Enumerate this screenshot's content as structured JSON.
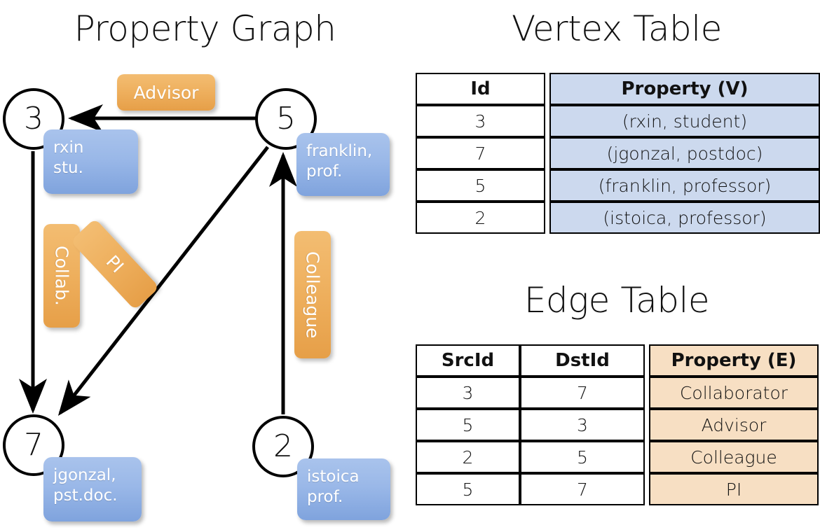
{
  "titles": {
    "property_graph": "Property Graph",
    "vertex_table": "Vertex Table",
    "edge_table": "Edge Table"
  },
  "colors": {
    "vertex_property_fill": "#ccd9ee",
    "edge_property_fill": "#f7dfc3",
    "node_box_blue": "#9ab8e8",
    "edge_label_orange": "#eeaf5d",
    "stroke": "#000000",
    "background": "#ffffff"
  },
  "graph": {
    "vertices": [
      {
        "id": "3",
        "property_line1": "rxin",
        "property_line2": "stu."
      },
      {
        "id": "5",
        "property_line1": "franklin,",
        "property_line2": "prof."
      },
      {
        "id": "7",
        "property_line1": "jgonzal,",
        "property_line2": "pst.doc."
      },
      {
        "id": "2",
        "property_line1": "istoica",
        "property_line2": "prof."
      }
    ],
    "edge_labels": [
      {
        "name": "advisor",
        "text": "Advisor",
        "orientation": "horizontal"
      },
      {
        "name": "collab",
        "text": "Collab.",
        "orientation": "vertical"
      },
      {
        "name": "pi",
        "text": "PI",
        "orientation": "diagonal"
      },
      {
        "name": "colleague",
        "text": "Colleague",
        "orientation": "vertical"
      }
    ]
  },
  "vertex_table": {
    "headers": [
      "Id",
      "Property (V)"
    ],
    "rows": [
      {
        "id": "3",
        "property": "(rxin, student)"
      },
      {
        "id": "7",
        "property": "(jgonzal, postdoc)"
      },
      {
        "id": "5",
        "property": "(franklin, professor)"
      },
      {
        "id": "2",
        "property": "(istoica, professor)"
      }
    ]
  },
  "edge_table": {
    "headers": [
      "SrcId",
      "DstId",
      "Property (E)"
    ],
    "rows": [
      {
        "src": "3",
        "dst": "7",
        "property": "Collaborator"
      },
      {
        "src": "5",
        "dst": "3",
        "property": "Advisor"
      },
      {
        "src": "2",
        "dst": "5",
        "property": "Colleague"
      },
      {
        "src": "5",
        "dst": "7",
        "property": "PI"
      }
    ]
  }
}
